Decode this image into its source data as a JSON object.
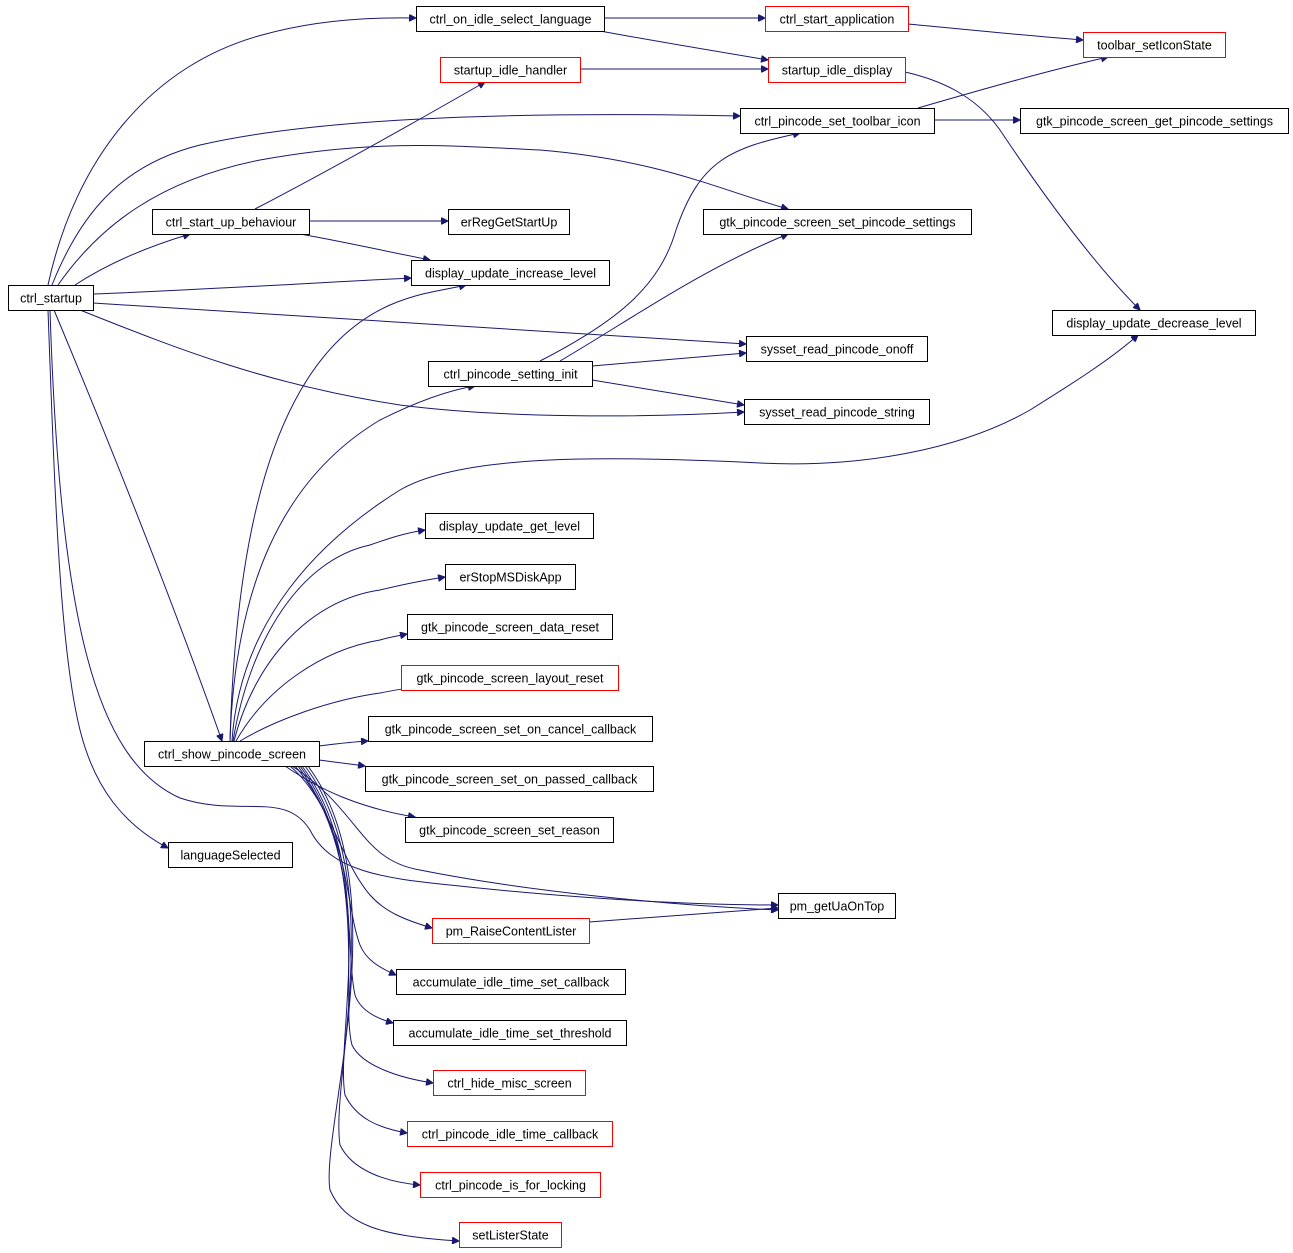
{
  "colors": {
    "edge": "#191970",
    "root_fill": "#bfbfbf",
    "documented_border": "#000000",
    "undocumented_border": "#ff0000",
    "text": "#000000"
  },
  "nodes": {
    "ctrl_startup": {
      "label": "ctrl_startup",
      "style": "root"
    },
    "ctrl_on_idle_select_language": {
      "label": "ctrl_on_idle_select_language",
      "style": "black"
    },
    "ctrl_start_application": {
      "label": "ctrl_start_application",
      "style": "red"
    },
    "toolbar_setIconState": {
      "label": "toolbar_setIconState",
      "style": "red"
    },
    "startup_idle_handler": {
      "label": "startup_idle_handler",
      "style": "red"
    },
    "startup_idle_display": {
      "label": "startup_idle_display",
      "style": "red"
    },
    "ctrl_pincode_set_toolbar_icon": {
      "label": "ctrl_pincode_set_toolbar_icon",
      "style": "black"
    },
    "gtk_pincode_screen_get_pincode_settings": {
      "label": "gtk_pincode_screen_get_pincode_settings",
      "style": "black"
    },
    "ctrl_start_up_behaviour": {
      "label": "ctrl_start_up_behaviour",
      "style": "black"
    },
    "erRegGetStartUp": {
      "label": "erRegGetStartUp",
      "style": "black"
    },
    "gtk_pincode_screen_set_pincode_settings": {
      "label": "gtk_pincode_screen_set_pincode_settings",
      "style": "black"
    },
    "display_update_increase_level": {
      "label": "display_update_increase_level",
      "style": "black"
    },
    "display_update_decrease_level": {
      "label": "display_update_decrease_level",
      "style": "black"
    },
    "sysset_read_pincode_onoff": {
      "label": "sysset_read_pincode_onoff",
      "style": "black"
    },
    "ctrl_pincode_setting_init": {
      "label": "ctrl_pincode_setting_init",
      "style": "black"
    },
    "sysset_read_pincode_string": {
      "label": "sysset_read_pincode_string",
      "style": "black"
    },
    "display_update_get_level": {
      "label": "display_update_get_level",
      "style": "black"
    },
    "erStopMSDiskApp": {
      "label": "erStopMSDiskApp",
      "style": "black"
    },
    "gtk_pincode_screen_data_reset": {
      "label": "gtk_pincode_screen_data_reset",
      "style": "black"
    },
    "gtk_pincode_screen_layout_reset": {
      "label": "gtk_pincode_screen_layout_reset",
      "style": "red"
    },
    "gtk_pincode_screen_set_on_cancel_callback": {
      "label": "gtk_pincode_screen_set_on_cancel_callback",
      "style": "black"
    },
    "ctrl_show_pincode_screen": {
      "label": "ctrl_show_pincode_screen",
      "style": "black"
    },
    "gtk_pincode_screen_set_on_passed_callback": {
      "label": "gtk_pincode_screen_set_on_passed_callback",
      "style": "black"
    },
    "gtk_pincode_screen_set_reason": {
      "label": "gtk_pincode_screen_set_reason",
      "style": "black"
    },
    "languageSelected": {
      "label": "languageSelected",
      "style": "black"
    },
    "pm_getUaOnTop": {
      "label": "pm_getUaOnTop",
      "style": "black"
    },
    "pm_RaiseContentLister": {
      "label": "pm_RaiseContentLister",
      "style": "red"
    },
    "accumulate_idle_time_set_callback": {
      "label": "accumulate_idle_time_set_callback",
      "style": "black"
    },
    "accumulate_idle_time_set_threshold": {
      "label": "accumulate_idle_time_set_threshold",
      "style": "black"
    },
    "ctrl_hide_misc_screen": {
      "label": "ctrl_hide_misc_screen",
      "style": "red"
    },
    "ctrl_pincode_idle_time_callback": {
      "label": "ctrl_pincode_idle_time_callback",
      "style": "red"
    },
    "ctrl_pincode_is_for_locking": {
      "label": "ctrl_pincode_is_for_locking",
      "style": "red"
    },
    "setListerState": {
      "label": "setListerState",
      "style": "red"
    }
  },
  "edges": [
    {
      "from": "ctrl_startup",
      "to": "ctrl_on_idle_select_language"
    },
    {
      "from": "ctrl_startup",
      "to": "ctrl_pincode_set_toolbar_icon"
    },
    {
      "from": "ctrl_startup",
      "to": "gtk_pincode_screen_set_pincode_settings"
    },
    {
      "from": "ctrl_startup",
      "to": "ctrl_start_up_behaviour"
    },
    {
      "from": "ctrl_startup",
      "to": "display_update_increase_level"
    },
    {
      "from": "ctrl_startup",
      "to": "sysset_read_pincode_onoff"
    },
    {
      "from": "ctrl_startup",
      "to": "sysset_read_pincode_string"
    },
    {
      "from": "ctrl_startup",
      "to": "ctrl_show_pincode_screen"
    },
    {
      "from": "ctrl_startup",
      "to": "languageSelected"
    },
    {
      "from": "ctrl_startup",
      "to": "pm_getUaOnTop"
    },
    {
      "from": "ctrl_on_idle_select_language",
      "to": "ctrl_start_application"
    },
    {
      "from": "ctrl_on_idle_select_language",
      "to": "startup_idle_display"
    },
    {
      "from": "ctrl_start_application",
      "to": "toolbar_setIconState"
    },
    {
      "from": "startup_idle_handler",
      "to": "startup_idle_display"
    },
    {
      "from": "startup_idle_display",
      "to": "display_update_decrease_level"
    },
    {
      "from": "ctrl_pincode_set_toolbar_icon",
      "to": "toolbar_setIconState"
    },
    {
      "from": "ctrl_pincode_set_toolbar_icon",
      "to": "gtk_pincode_screen_get_pincode_settings"
    },
    {
      "from": "ctrl_start_up_behaviour",
      "to": "startup_idle_handler"
    },
    {
      "from": "ctrl_start_up_behaviour",
      "to": "erRegGetStartUp"
    },
    {
      "from": "ctrl_start_up_behaviour",
      "to": "display_update_increase_level"
    },
    {
      "from": "ctrl_pincode_setting_init",
      "to": "ctrl_pincode_set_toolbar_icon"
    },
    {
      "from": "ctrl_pincode_setting_init",
      "to": "gtk_pincode_screen_set_pincode_settings"
    },
    {
      "from": "ctrl_pincode_setting_init",
      "to": "sysset_read_pincode_onoff"
    },
    {
      "from": "ctrl_pincode_setting_init",
      "to": "sysset_read_pincode_string"
    },
    {
      "from": "ctrl_show_pincode_screen",
      "to": "display_update_increase_level"
    },
    {
      "from": "ctrl_show_pincode_screen",
      "to": "ctrl_pincode_setting_init"
    },
    {
      "from": "ctrl_show_pincode_screen",
      "to": "display_update_decrease_level"
    },
    {
      "from": "ctrl_show_pincode_screen",
      "to": "display_update_get_level"
    },
    {
      "from": "ctrl_show_pincode_screen",
      "to": "erStopMSDiskApp"
    },
    {
      "from": "ctrl_show_pincode_screen",
      "to": "gtk_pincode_screen_data_reset"
    },
    {
      "from": "ctrl_show_pincode_screen",
      "to": "gtk_pincode_screen_layout_reset"
    },
    {
      "from": "ctrl_show_pincode_screen",
      "to": "gtk_pincode_screen_set_on_cancel_callback"
    },
    {
      "from": "ctrl_show_pincode_screen",
      "to": "gtk_pincode_screen_set_on_passed_callback"
    },
    {
      "from": "ctrl_show_pincode_screen",
      "to": "gtk_pincode_screen_set_reason"
    },
    {
      "from": "ctrl_show_pincode_screen",
      "to": "pm_getUaOnTop"
    },
    {
      "from": "ctrl_show_pincode_screen",
      "to": "pm_RaiseContentLister"
    },
    {
      "from": "ctrl_show_pincode_screen",
      "to": "accumulate_idle_time_set_callback"
    },
    {
      "from": "ctrl_show_pincode_screen",
      "to": "accumulate_idle_time_set_threshold"
    },
    {
      "from": "ctrl_show_pincode_screen",
      "to": "ctrl_hide_misc_screen"
    },
    {
      "from": "ctrl_show_pincode_screen",
      "to": "ctrl_pincode_idle_time_callback"
    },
    {
      "from": "ctrl_show_pincode_screen",
      "to": "ctrl_pincode_is_for_locking"
    },
    {
      "from": "ctrl_show_pincode_screen",
      "to": "setListerState"
    },
    {
      "from": "pm_RaiseContentLister",
      "to": "pm_getUaOnTop"
    }
  ]
}
